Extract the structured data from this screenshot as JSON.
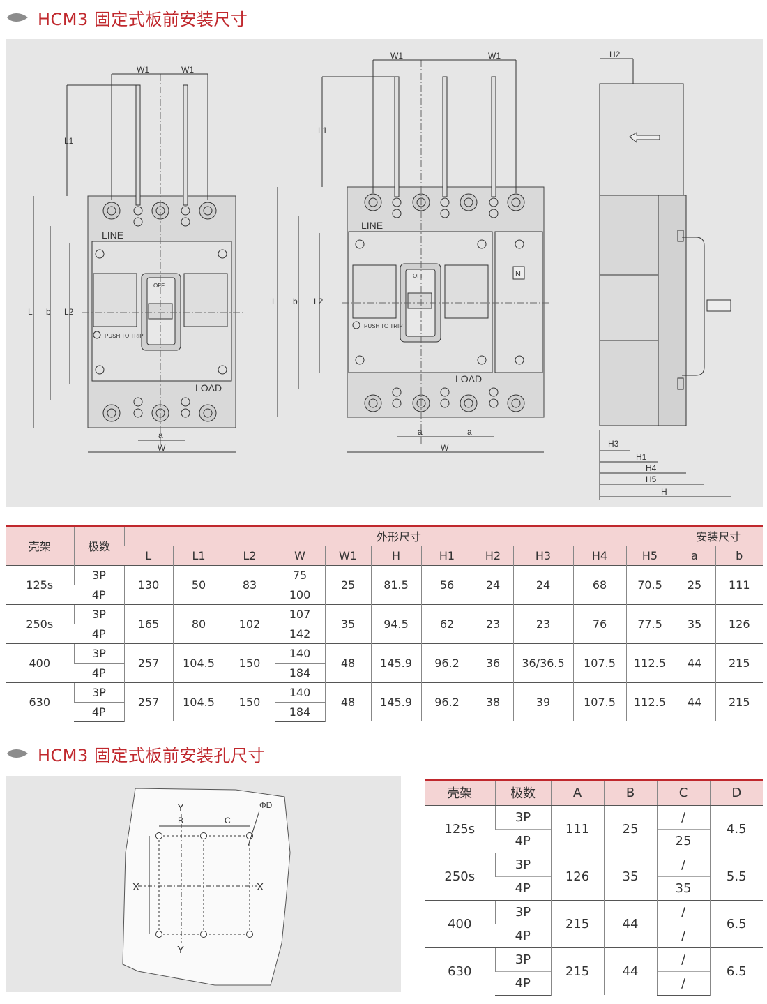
{
  "section1": {
    "title": "HCM3 固定式板前安装尺寸"
  },
  "section2": {
    "title": "HCM3 固定式板前安装孔尺寸"
  },
  "drawing": {
    "line_label": "LINE",
    "load_label": "LOAD",
    "push_label": "PUSH TO TRIP",
    "off_label": "OFF",
    "n_label": "N",
    "dims": {
      "W1": "W1",
      "L1": "L1",
      "L": "L",
      "b": "b",
      "L2": "L2",
      "a": "a",
      "W": "W",
      "H1": "H1",
      "H2": "H2",
      "H3": "H3",
      "H4": "H4",
      "H5": "H5",
      "H": "H"
    }
  },
  "hole_drawing": {
    "Y": "Y",
    "X": "X",
    "B": "B",
    "C": "C",
    "D": "ΦD"
  },
  "table1": {
    "frame_header": "壳架",
    "poles_header": "极数",
    "outline_header": "外形尺寸",
    "mount_header": "安装尺寸",
    "columns": [
      "L",
      "L1",
      "L2",
      "W",
      "W1",
      "H",
      "H1",
      "H2",
      "H3",
      "H4",
      "H5",
      "a",
      "b"
    ],
    "groups": [
      {
        "frame": "125s",
        "poles": [
          "3P",
          "4P"
        ],
        "L": "130",
        "L1": "50",
        "L2": "83",
        "W": [
          "75",
          "100"
        ],
        "W1": "25",
        "H": "81.5",
        "H1": "56",
        "H2": "24",
        "H3": "24",
        "H4": "68",
        "H5": "70.5",
        "a": "25",
        "b": "111"
      },
      {
        "frame": "250s",
        "poles": [
          "3P",
          "4P"
        ],
        "L": "165",
        "L1": "80",
        "L2": "102",
        "W": [
          "107",
          "142"
        ],
        "W1": "35",
        "H": "94.5",
        "H1": "62",
        "H2": "23",
        "H3": "23",
        "H4": "76",
        "H5": "77.5",
        "a": "35",
        "b": "126"
      },
      {
        "frame": "400",
        "poles": [
          "3P",
          "4P"
        ],
        "L": "257",
        "L1": "104.5",
        "L2": "150",
        "W": [
          "140",
          "184"
        ],
        "W1": "48",
        "H": "145.9",
        "H1": "96.2",
        "H2": "36",
        "H3": "36/36.5",
        "H4": "107.5",
        "H5": "112.5",
        "a": "44",
        "b": "215"
      },
      {
        "frame": "630",
        "poles": [
          "3P",
          "4P"
        ],
        "L": "257",
        "L1": "104.5",
        "L2": "150",
        "W": [
          "140",
          "184"
        ],
        "W1": "48",
        "H": "145.9",
        "H1": "96.2",
        "H2": "38",
        "H3": "39",
        "H4": "107.5",
        "H5": "112.5",
        "a": "44",
        "b": "215"
      }
    ]
  },
  "table2": {
    "headers": [
      "壳架",
      "极数",
      "A",
      "B",
      "C",
      "D"
    ],
    "groups": [
      {
        "frame": "125s",
        "poles": [
          "3P",
          "4P"
        ],
        "A": "111",
        "B": "25",
        "C": [
          "/",
          "25"
        ],
        "D": "4.5"
      },
      {
        "frame": "250s",
        "poles": [
          "3P",
          "4P"
        ],
        "A": "126",
        "B": "35",
        "C": [
          "/",
          "35"
        ],
        "D": "5.5"
      },
      {
        "frame": "400",
        "poles": [
          "3P",
          "4P"
        ],
        "A": "215",
        "B": "44",
        "C": [
          "/",
          "/"
        ],
        "D": "6.5"
      },
      {
        "frame": "630",
        "poles": [
          "3P",
          "4P"
        ],
        "A": "215",
        "B": "44",
        "C": [
          "/",
          "/"
        ],
        "D": "6.5"
      }
    ]
  }
}
